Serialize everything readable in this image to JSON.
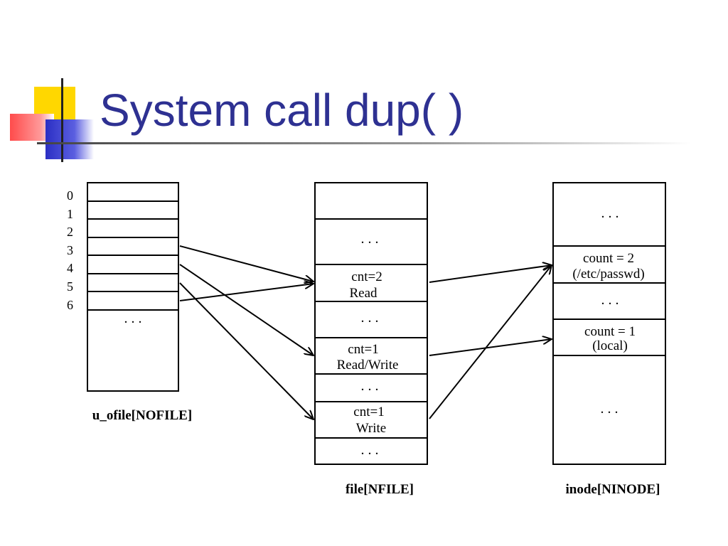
{
  "slide": {
    "title": "System call dup( )"
  },
  "diagram": {
    "ofile_table": {
      "name": "u_ofile[NOFILE]",
      "indices": [
        "0",
        "1",
        "2",
        "3",
        "4",
        "5",
        "6"
      ],
      "tail": ". . ."
    },
    "file_table": {
      "name": "file[NFILE]",
      "entries": [
        {
          "line1": "",
          "line2": ""
        },
        {
          "line1": ". . .",
          "line2": ""
        },
        {
          "line1": "cnt=2",
          "line2": "Read"
        },
        {
          "line1": ". . .",
          "line2": ""
        },
        {
          "line1": "cnt=1",
          "line2": "Read/Write"
        },
        {
          "line1": ". . .",
          "line2": ""
        },
        {
          "line1": "cnt=1",
          "line2": "Write"
        },
        {
          "line1": ". . .",
          "line2": ""
        }
      ]
    },
    "inode_table": {
      "name": "inode[NINODE]",
      "entries": [
        {
          "line1": ". . .",
          "line2": ""
        },
        {
          "line1": "count = 2",
          "line2": "(/etc/passwd)"
        },
        {
          "line1": ". . .",
          "line2": ""
        },
        {
          "line1": "count = 1",
          "line2": "(local)"
        },
        {
          "line1": ". . .",
          "line2": ""
        }
      ]
    }
  }
}
